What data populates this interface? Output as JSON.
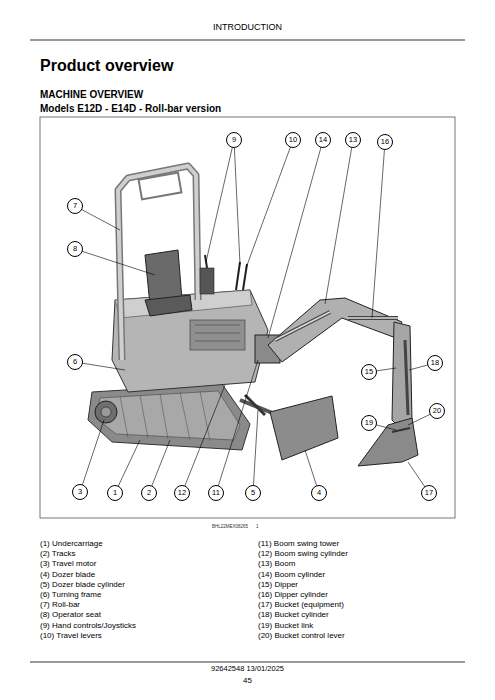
{
  "diagram": {
    "title": "Product overview",
    "nodes": [
      {
        "text": [
          "9"
        ]
      },
      {
        "text": [
          "10"
        ]
      },
      {
        "text": [
          "14"
        ]
      },
      {
        "text": [
          "13"
        ]
      },
      {
        "text": [
          "16"
        ]
      },
      {
        "text": [
          "7"
        ]
      },
      {
        "text": [
          "8"
        ]
      },
      {
        "text": [
          "6"
        ]
      },
      {
        "text": [
          "15"
        ]
      },
      {
        "text": [
          "18"
        ]
      },
      {
        "text": [
          "20"
        ]
      },
      {
        "text": [
          "19"
        ]
      },
      {
        "text": [
          "3"
        ]
      },
      {
        "text": [
          "1"
        ]
      },
      {
        "text": [
          "2"
        ]
      },
      {
        "text": [
          "12"
        ]
      },
      {
        "text": [
          "11"
        ]
      },
      {
        "text": [
          "5"
        ]
      },
      {
        "text": [
          "4"
        ]
      },
      {
        "text": [
          "17"
        ]
      }
    ],
    "labels": [
      "INTRODUCTION",
      "MACHINE OVERVIEW",
      "Models E12D - E14D - Roll-bar version",
      "BHL22MEX08265",
      "1",
      "(1) Undercarriage",
      "(2) Tracks",
      "(3) Travel motor",
      "(4) Dozer blade",
      "(5) Dozer blade cylinder",
      "(6) Turning frame",
      "(7) Roll-bar",
      "(8) Operator seat",
      "(9) Hand controls/Joysticks",
      "(10) Travel levers",
      "(11) Boom swing tower",
      "(12) Boom swing cylinder",
      "(13) Boom",
      "(14) Boom cylinder",
      "(15) Dipper",
      "(16) Dipper cylinder",
      "(17) Bucket (equipment)",
      "(18) Bucket cylinder",
      "(19) Bucket link",
      "(20) Bucket control lever",
      "92642548 13/01/2025",
      "45"
    ]
  }
}
